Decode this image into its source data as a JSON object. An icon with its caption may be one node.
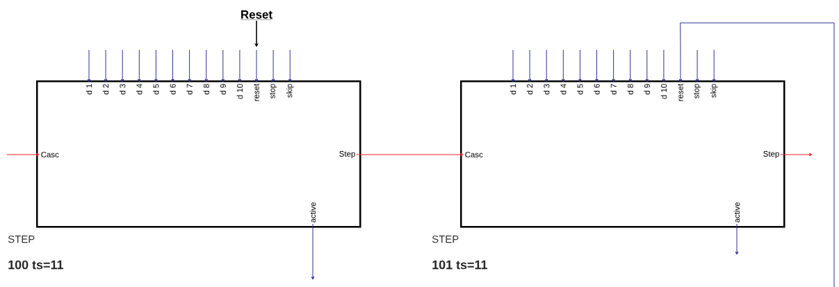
{
  "diagram": {
    "nodes": [
      {
        "text": [
          "Reset"
        ]
      },
      {
        "text": [
          "STEP",
          "100 ts=11"
        ]
      },
      {
        "text": [
          "d 1"
        ],
        "in": 1
      },
      {
        "text": [
          "d 2"
        ],
        "in": 1
      },
      {
        "text": [
          "d 3"
        ],
        "in": 1
      },
      {
        "text": [
          "d 4"
        ],
        "in": 1
      },
      {
        "text": [
          "d 5"
        ],
        "in": 1
      },
      {
        "text": [
          "d 6"
        ],
        "in": 1
      },
      {
        "text": [
          "d 7"
        ],
        "in": 1
      },
      {
        "text": [
          "d 8"
        ],
        "in": 1
      },
      {
        "text": [
          "d 9"
        ],
        "in": 1
      },
      {
        "text": [
          "d 10"
        ],
        "in": 1
      },
      {
        "text": [
          "reset"
        ],
        "in": 1
      },
      {
        "text": [
          "stop"
        ],
        "in": 1
      },
      {
        "text": [
          "skip"
        ],
        "in": 1
      },
      {
        "text": [
          "Casc"
        ],
        "in": 1
      },
      {
        "text": [
          "Step"
        ],
        "in": 1
      },
      {
        "text": [
          "active"
        ],
        "in": 1
      },
      {
        "text": [
          "STEP",
          "101 ts=11"
        ]
      },
      {
        "text": [
          "d 1"
        ],
        "in": 18
      },
      {
        "text": [
          "d 2"
        ],
        "in": 18
      },
      {
        "text": [
          "d 3"
        ],
        "in": 18
      },
      {
        "text": [
          "d 4"
        ],
        "in": 18
      },
      {
        "text": [
          "d 5"
        ],
        "in": 18
      },
      {
        "text": [
          "d 6"
        ],
        "in": 18
      },
      {
        "text": [
          "d 7"
        ],
        "in": 18
      },
      {
        "text": [
          "d 8"
        ],
        "in": 18
      },
      {
        "text": [
          "d 9"
        ],
        "in": 18
      },
      {
        "text": [
          "d 10"
        ],
        "in": 18
      },
      {
        "text": [
          "reset"
        ],
        "in": 18
      },
      {
        "text": [
          "stop"
        ],
        "in": 18
      },
      {
        "text": [
          "skip"
        ],
        "in": 18
      },
      {
        "text": [
          "Casc"
        ],
        "in": 18
      },
      {
        "text": [
          "Step"
        ],
        "in": 18
      },
      {
        "text": [
          "active"
        ],
        "in": 18
      }
    ],
    "edges": [
      {
        "from": 0,
        "to": null,
        "arrow": "to",
        "color": "#000000"
      },
      {
        "from": null,
        "to": 2,
        "arrow": "to"
      },
      {
        "from": null,
        "to": 3,
        "arrow": "to"
      },
      {
        "from": null,
        "to": 4,
        "arrow": "to"
      },
      {
        "from": null,
        "to": 5,
        "arrow": "to"
      },
      {
        "from": null,
        "to": 6,
        "arrow": "to"
      },
      {
        "from": null,
        "to": 7,
        "arrow": "to"
      },
      {
        "from": null,
        "to": 8,
        "arrow": "to"
      },
      {
        "from": null,
        "to": 9,
        "arrow": "to"
      },
      {
        "from": null,
        "to": 10,
        "arrow": "to"
      },
      {
        "from": null,
        "to": 11,
        "arrow": "to"
      },
      {
        "from": null,
        "to": 12,
        "arrow": "to"
      },
      {
        "from": null,
        "to": 13,
        "arrow": "to"
      },
      {
        "from": null,
        "to": 14,
        "arrow": "to"
      },
      {
        "from": null,
        "to": 15,
        "arrow": "to",
        "color": "#ed1c24"
      },
      {
        "from": 16,
        "to": 32,
        "arrow": "to",
        "color": "#ed1c24"
      },
      {
        "from": 17,
        "to": null,
        "arrow": "to"
      },
      {
        "from": null,
        "to": 19,
        "arrow": "to"
      },
      {
        "from": null,
        "to": 20,
        "arrow": "to"
      },
      {
        "from": null,
        "to": 21,
        "arrow": "to"
      },
      {
        "from": null,
        "to": 22,
        "arrow": "to"
      },
      {
        "from": null,
        "to": 23,
        "arrow": "to"
      },
      {
        "from": null,
        "to": 24,
        "arrow": "to"
      },
      {
        "from": null,
        "to": 25,
        "arrow": "to"
      },
      {
        "from": null,
        "to": 26,
        "arrow": "to"
      },
      {
        "from": null,
        "to": 27,
        "arrow": "to"
      },
      {
        "from": null,
        "to": 28,
        "arrow": "to"
      },
      {
        "from": null,
        "to": 29,
        "arrow": "to"
      },
      {
        "from": null,
        "to": 30,
        "arrow": "to"
      },
      {
        "from": null,
        "to": 31,
        "arrow": "to"
      },
      {
        "from": 33,
        "to": null,
        "arrow": "to",
        "color": "#ed1c24"
      },
      {
        "from": 34,
        "to": null,
        "arrow": "to"
      }
    ]
  }
}
